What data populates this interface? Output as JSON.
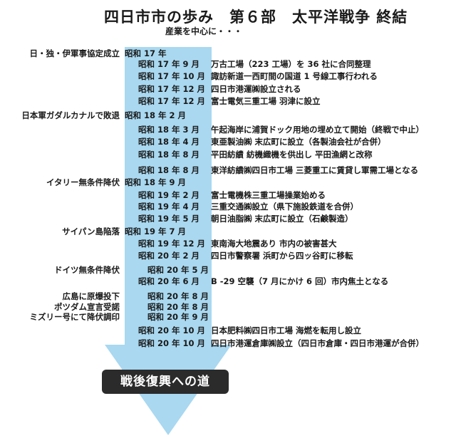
{
  "header": {
    "title": "四日市市の歩み　第６部　太平洋戦争 終結",
    "subtitle": "産業を中心に・・・"
  },
  "colors": {
    "arrow": "#a9d8f0",
    "banner_bg": "#2b2b2b",
    "banner_text": "#ffffff"
  },
  "timeline": [
    {
      "event": "日・独・伊軍事協定成立",
      "date": "昭和 17 年",
      "desc": ""
    },
    {
      "event": "",
      "date": "昭和 17 年 9 月",
      "desc": "万古工場（223 工場）を 36 社に合同整理"
    },
    {
      "event": "",
      "date": "昭和 17 年 10 月",
      "desc": "諏訪新道一西町間の国道 1 号線工事行われる"
    },
    {
      "event": "",
      "date": "昭和 17 年 12 月",
      "desc": "四日市港運㈱設立される"
    },
    {
      "event": "",
      "date": "昭和 17 年 12 月",
      "desc": "富士電気三重工場 羽津に設立"
    },
    {
      "event": "日本軍ガダルカナルで敗退",
      "date": "昭和 18 年 2 月",
      "desc": ""
    },
    {
      "event": "",
      "date": "昭和 18 年 3 月",
      "desc": "午起海岸に浦賀ドック用地の埋め立て開始（終戦で中止）"
    },
    {
      "event": "",
      "date": "昭和 18 年 4 月",
      "desc": "東亜製油㈱ 末広町に設立（各製油会社が合併）"
    },
    {
      "event": "",
      "date": "昭和 18 年 8 月",
      "desc": "平田紡績 紡機織機を供出し 平田漁網と改称"
    },
    {
      "event": "",
      "date": "昭和 18 年 8 月",
      "desc": "東洋紡績㈱四日市工場 三菱重工に賃貸し軍需工場となる"
    },
    {
      "event": "イタリー無条件降伏",
      "date": "昭和 18 年 9 月",
      "desc": ""
    },
    {
      "event": "",
      "date": "昭和 19 年 2 月",
      "desc": "富士電機株三重工場操業始める"
    },
    {
      "event": "",
      "date": "昭和 19 年 4 月",
      "desc": "三重交通㈱設立（県下施設鉄道を合併）"
    },
    {
      "event": "",
      "date": "昭和 19 年 5 月",
      "desc": "朝日油脂㈱ 末広町に設立（石鹸製造）"
    },
    {
      "event": "サイパン島陥落",
      "date": "昭和 19 年 7 月",
      "desc": ""
    },
    {
      "event": "",
      "date": "昭和 19 年 12 月",
      "desc": "東南海大地震あり 市内の被害甚大"
    },
    {
      "event": "",
      "date": "昭和 20 年 2 月",
      "desc": "四日市警察署 浜町から四ッ谷町に移転"
    },
    {
      "event": "ドイツ無条件降伏",
      "date": "昭和 20 年 5 月",
      "desc": ""
    },
    {
      "event": "",
      "date": "昭和 20 年 6 月",
      "desc": "B -29 空襲（7 月にかけ 6 回）市内焦土となる"
    },
    {
      "event": "広島に原爆投下",
      "date": "昭和 20 年 8 月",
      "desc": ""
    },
    {
      "event": "ポツダム宣言受諾",
      "date": "昭和 20 年 8 月",
      "desc": ""
    },
    {
      "event": "ミズリー号にて降伏調印",
      "date": "昭和 20 年 9 月",
      "desc": ""
    },
    {
      "event": "",
      "date": "昭和 20 年 10 月",
      "desc": "日本肥料㈱四日市工場 海燃を転用し設立"
    },
    {
      "event": "",
      "date": "昭和 20 年 10 月",
      "desc": "四日市港運倉庫㈱設立（四日市倉庫・四日市港運が合併）"
    }
  ],
  "banner": {
    "label": "戦後復興への道"
  }
}
